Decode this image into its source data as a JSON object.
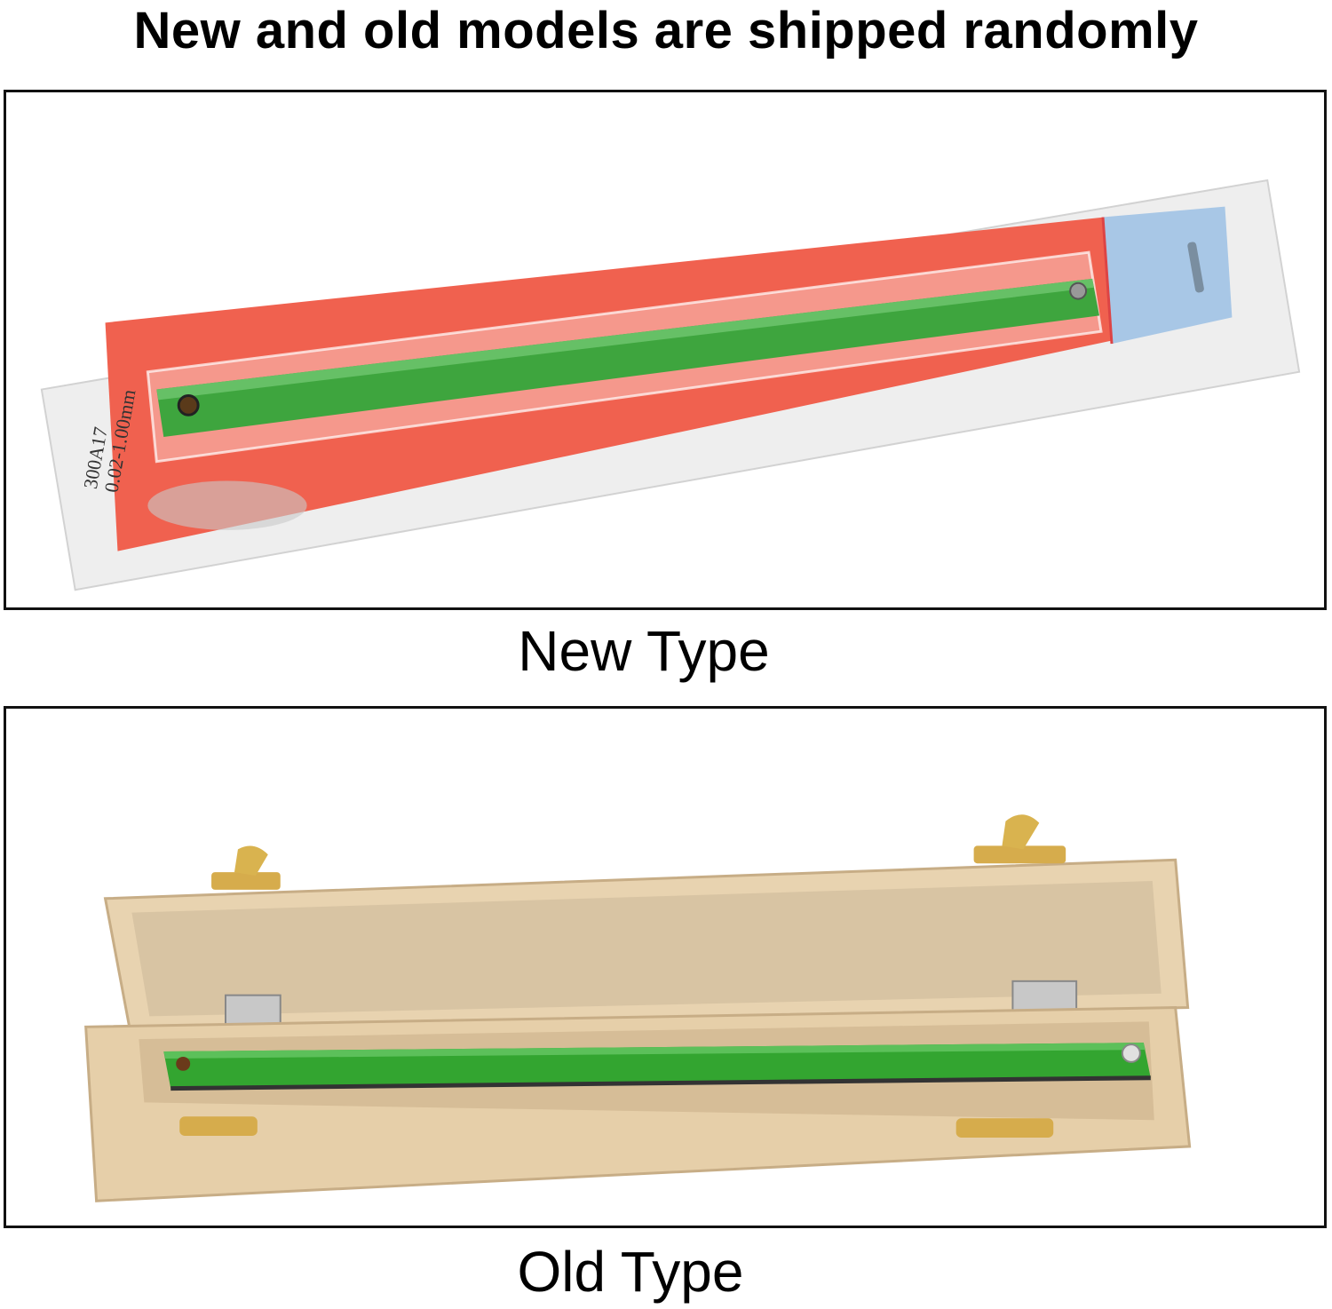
{
  "headline": "New and old models are shipped randomly",
  "new_type": {
    "caption": "New Type",
    "package_label_line1": "300A17",
    "package_label_line2": "0.02-1.00mm"
  },
  "old_type": {
    "caption": "Old Type"
  },
  "colors": {
    "gauge_green": "#3aa63a",
    "package_red": "#f05a4a",
    "package_blue": "#a9c8e8",
    "wood": "#e6cfa9",
    "brass": "#d4a84a"
  }
}
